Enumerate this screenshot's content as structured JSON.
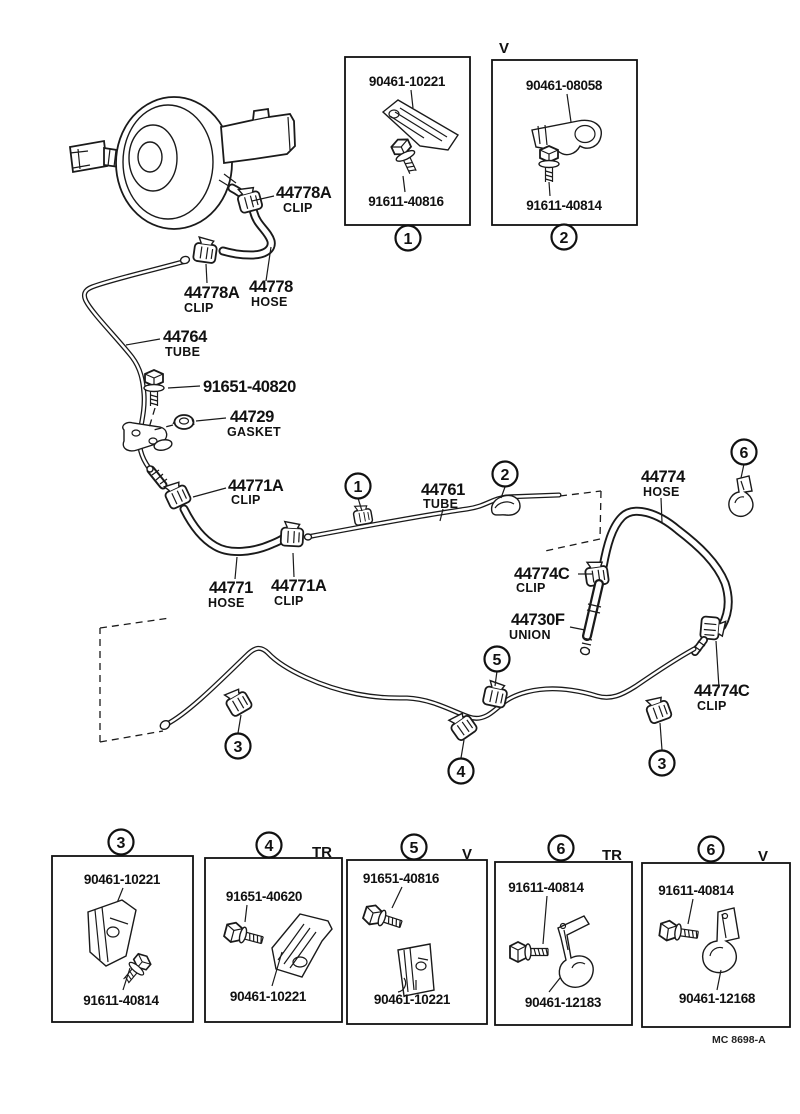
{
  "page": {
    "footer_code": "MC 8698-A"
  },
  "labels": [
    {
      "part": "44778A",
      "desc": "CLIP"
    },
    {
      "part": "44778A",
      "desc": "CLIP"
    },
    {
      "part": "44778",
      "desc": "HOSE"
    },
    {
      "part": "44764",
      "desc": "TUBE"
    },
    {
      "part": "91651-40820",
      "desc": ""
    },
    {
      "part": "44729",
      "desc": "GASKET"
    },
    {
      "part": "44771A",
      "desc": "CLIP"
    },
    {
      "part": "44771",
      "desc": "HOSE"
    },
    {
      "part": "44771A",
      "desc": "CLIP"
    },
    {
      "part": "44761",
      "desc": "TUBE"
    },
    {
      "part": "44774",
      "desc": "HOSE"
    },
    {
      "part": "44774C",
      "desc": "CLIP"
    },
    {
      "part": "44730F",
      "desc": "UNION"
    },
    {
      "part": "44774C",
      "desc": "CLIP"
    }
  ],
  "inline_callouts": [
    {
      "n": "1"
    },
    {
      "n": "2"
    },
    {
      "n": "6"
    },
    {
      "n": "3"
    },
    {
      "n": "5"
    },
    {
      "n": "4"
    },
    {
      "n": "3"
    }
  ],
  "boxes": [
    {
      "n": "1",
      "variant": "",
      "top": "90461-10221",
      "bottom": "91611-40816"
    },
    {
      "n": "2",
      "variant": "V",
      "top": "90461-08058",
      "bottom": "91611-40814"
    },
    {
      "n": "3",
      "variant": "",
      "top": "90461-10221",
      "bottom": "91611-40814"
    },
    {
      "n": "4",
      "variant": "TR",
      "top": "91651-40620",
      "bottom": "90461-10221"
    },
    {
      "n": "5",
      "variant": "V",
      "top": "91651-40816",
      "bottom": "90461-10221"
    },
    {
      "n": "6",
      "variant": "TR",
      "top": "91611-40814",
      "bottom": "90461-12183"
    },
    {
      "n": "6",
      "variant": "V",
      "top": "91611-40814",
      "bottom": "90461-12168"
    }
  ]
}
